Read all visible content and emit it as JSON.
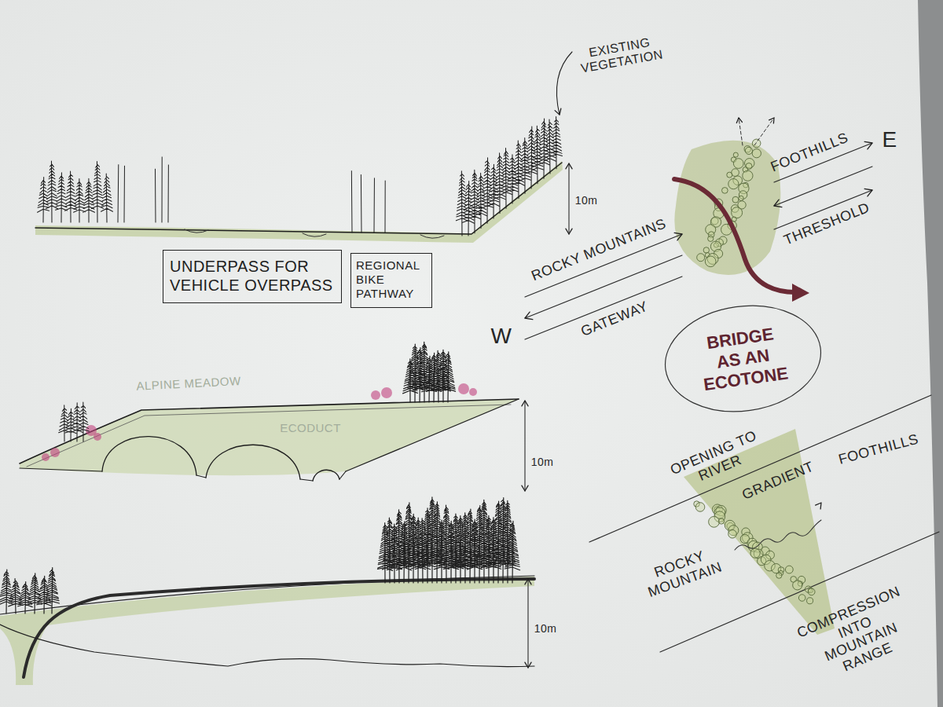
{
  "diagram": {
    "nodes": [
      {
        "text": [
          "UNDERPASS FOR VEHICLE OVERPASS"
        ]
      },
      {
        "text": [
          "REGIONAL BIKE PATHWAY"
        ]
      },
      {
        "text": [
          "BRIDGE AS AN ECOTONE"
        ]
      }
    ],
    "labels": [
      "EXISTING VEGETATION",
      "10m",
      "FOOTHILLS",
      "E",
      "ROCKY MOUNTAINS",
      "THRESHOLD",
      "W",
      "GATEWAY",
      "ALPINE MEADOW",
      "ECODUCT",
      "10m",
      "10m",
      "OPENING TO RIVER",
      "GRADIENT",
      "FOOTHILLS",
      "ROCKY MOUNTAIN",
      "COMPRESSION INTO MOUNTAIN RANGE"
    ]
  }
}
